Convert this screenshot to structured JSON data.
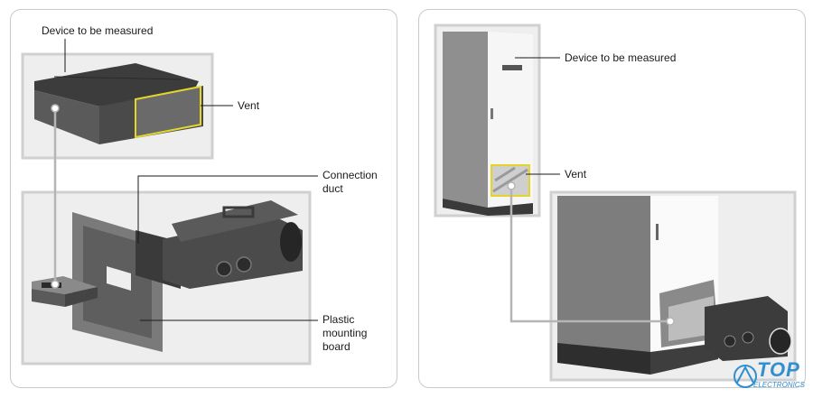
{
  "left_panel": {
    "labels": {
      "device": "Device to be measured",
      "vent": "Vent",
      "connection_duct_line1": "Connection",
      "connection_duct_line2": "duct",
      "plastic_line1": "Plastic",
      "plastic_line2": "mounting",
      "plastic_line3": "board"
    }
  },
  "right_panel": {
    "labels": {
      "device": "Device to be measured",
      "vent": "Vent"
    }
  },
  "logo": {
    "main": "TOP",
    "sub": "ELECTRONICS"
  },
  "colors": {
    "vent_highlight": "#e3d52a",
    "leader_line": "#1a1a1a",
    "connector_line": "#b5b5b5",
    "logo": "#2f8fd0"
  }
}
